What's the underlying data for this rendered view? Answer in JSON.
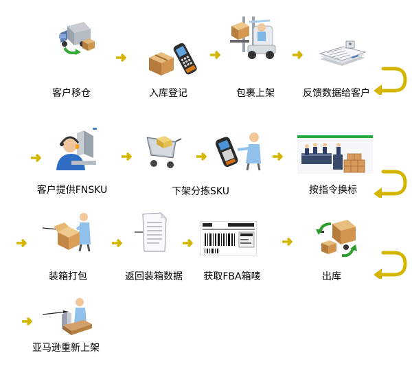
{
  "colors": {
    "arrow": "#d4b600",
    "arrow_edge": "#8a7a00"
  },
  "steps": [
    {
      "label": "客户移仓",
      "icon": "delivery-truck-with-boxes-icon"
    },
    {
      "label": "入库登记",
      "icon": "handheld-scanner-with-box-icon"
    },
    {
      "label": "包裹上架",
      "icon": "forklift-icon"
    },
    {
      "label": "反馈数据给客户",
      "icon": "document-stack-icon"
    },
    {
      "label": "客户提供FNSKU",
      "icon": "operator-at-computer-icon"
    },
    {
      "label": "下架分拣SKU",
      "icon": "cart-with-boxes-icon"
    },
    {
      "label": "",
      "icon": "scanner-operator-icon"
    },
    {
      "label": "按指令换标",
      "icon": "labeling-workshop-icon"
    },
    {
      "label": "装箱打包",
      "icon": "worker-packing-box-icon"
    },
    {
      "label": "返回装箱数据",
      "icon": "document-sheet-icon"
    },
    {
      "label": "获取FBA箱唛",
      "icon": "barcode-label-icon"
    },
    {
      "label": "出库",
      "icon": "outbound-truck-icon"
    },
    {
      "label": "亚马逊重新上架",
      "icon": "amazon-operator-icon"
    }
  ]
}
